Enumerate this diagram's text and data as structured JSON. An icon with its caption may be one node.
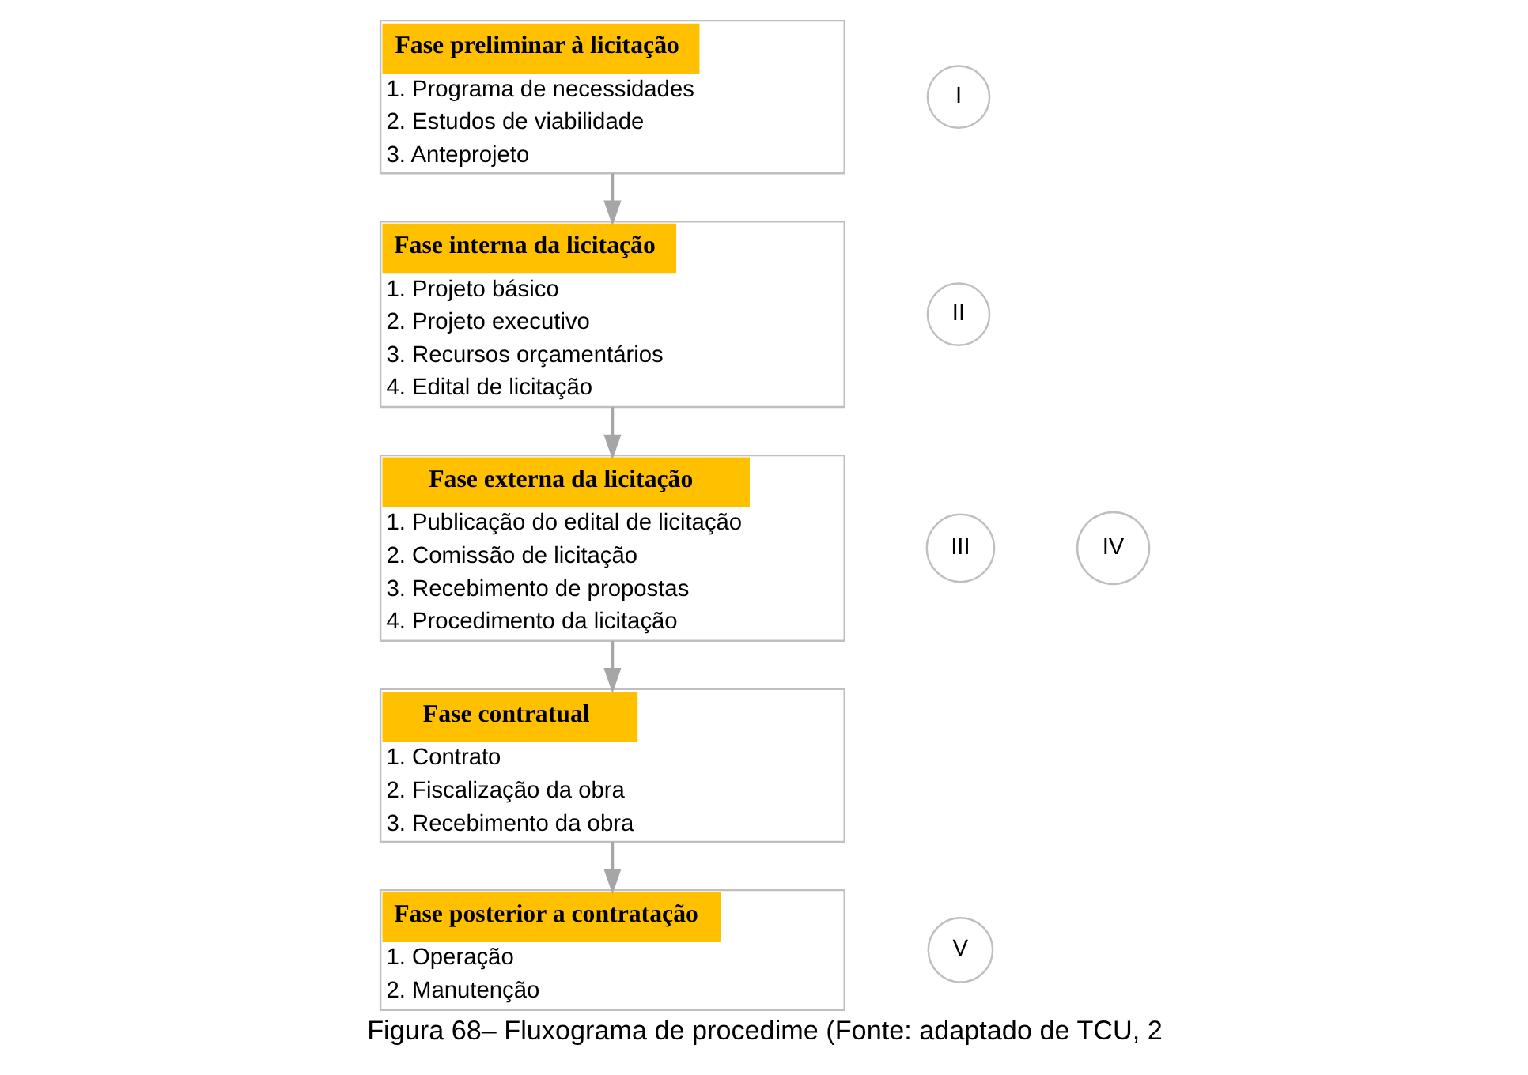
{
  "diagram": {
    "caption": "Figura 68– Fluxograma de procedime (Fonte: adaptado de TCU, 2",
    "nodes": [
      {
        "text": [
          "Fase preliminar à licitação",
          "1. Programa de necessidades",
          "2. Estudos de viabilidade",
          "3. Anteprojeto"
        ]
      },
      {
        "text": [
          "I"
        ]
      },
      {
        "text": [
          "Fase interna da licitação",
          "1. Projeto básico",
          "2. Projeto executivo",
          "3. Recursos orçamentários",
          "4. Edital de licitação"
        ]
      },
      {
        "text": [
          "II"
        ]
      },
      {
        "text": [
          "Fase externa da licitação",
          "1. Publicação do edital de licitação",
          "2. Comissão de licitação",
          "3. Recebimento de propostas",
          "4. Procedimento da licitação"
        ]
      },
      {
        "text": [
          "III"
        ]
      },
      {
        "text": [
          "IV"
        ]
      },
      {
        "text": [
          "Fase contratual",
          "1. Contrato",
          "2. Fiscalização da obra",
          "3. Recebimento da obra"
        ]
      },
      {
        "text": [
          "Fase posterior a contratação",
          "1. Operação",
          "2. Manutenção"
        ]
      },
      {
        "text": [
          "V"
        ]
      }
    ],
    "edges": [
      {
        "from": 0,
        "to": 2,
        "arrow": "to"
      },
      {
        "from": 2,
        "to": 4,
        "arrow": "to"
      },
      {
        "from": 4,
        "to": 7,
        "arrow": "to"
      },
      {
        "from": 7,
        "to": 8,
        "arrow": "to"
      }
    ]
  }
}
